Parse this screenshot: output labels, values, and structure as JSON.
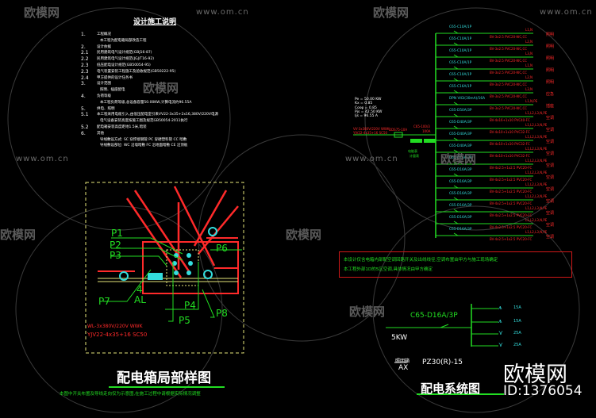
{
  "colors": {
    "background": "#000000",
    "green": "#22dd22",
    "red": "#ff2a2a",
    "cyan": "#33dddd",
    "yellow": "#e6e67a",
    "white": "#ffffff",
    "watermark": "#6a6a6a"
  },
  "watermark": {
    "brand": "欧模网",
    "url": "www.om.cn",
    "id": "ID:1376054"
  },
  "notes": {
    "title": "设计施工说明",
    "lines": [
      {
        "num": "1.",
        "text": "工程概况"
      },
      {
        "num": "",
        "text": "本工程为配电箱局部改造工程"
      },
      {
        "num": "2.",
        "text": "设计依据"
      },
      {
        "num": "2.1",
        "text": "民用建筑电气设计规范(GBJ16-87)"
      },
      {
        "num": "2.2",
        "text": "民用建筑电气设计规范(JGJ/T16-92)"
      },
      {
        "num": "2.3",
        "text": "低压配电设计规范(GB50054-95)"
      },
      {
        "num": "2.3",
        "text": "电气装置安装工程施工及验收规范(GB50222-95)"
      },
      {
        "num": "2.4",
        "text": "甲方提供的设计任务书"
      },
      {
        "num": "3.",
        "text": "设计范围"
      },
      {
        "num": "",
        "text": "照明、插座配电"
      },
      {
        "num": "4.",
        "text": "负荷等级"
      },
      {
        "num": "",
        "text": "本工程负荷等级,总设备容量50.00KW,计算电流约96.55A"
      },
      {
        "num": "5.",
        "text": "供电、照明"
      },
      {
        "num": "5.1",
        "text": "本工程采用电缆引入,由低压配电室引来VV22-3x35+2x16,380V/220V电源"
      },
      {
        "num": "",
        "text": "电气设备安装高度按施工图及规范GB50054-2011执行"
      },
      {
        "num": "5.2",
        "text": "配电箱安装高度距地1.5米,暗装"
      },
      {
        "num": "6.",
        "text": "其他"
      },
      {
        "num": "",
        "text": "导线敷设方式: SC 穿焊接钢管  PC 穿硬塑料管  CC 暗敷"
      },
      {
        "num": "",
        "text": "导线敷设部位: WC 沿墙暗敷  FC 沿地面暗敷  CE 沿顶板"
      }
    ]
  },
  "layout_drawing": {
    "title": "配电箱局部样图",
    "footnote": "本图中开关布置及导线走向仅为示意图,在施工过程中请根据实际情况调整",
    "labels": [
      "P1",
      "P2",
      "P3",
      "P4",
      "P5",
      "P6",
      "P7",
      "P8"
    ],
    "panel_label": [
      "4",
      "AL"
    ],
    "cable_lines": [
      "WL-3x380V/220V WWK",
      "YJV22-4x35+16 SC50"
    ]
  },
  "system_diagram": {
    "load_params": [
      "Pe = 50.00 KW",
      "Kx = 0.85",
      "Cosφ = 0.85",
      "Pjs = 42.50 KW",
      "Ijs = 96.55 A"
    ],
    "incoming": [
      "VV-3x380V/220V WWK",
      "YJV22-4x35+16 SC50"
    ],
    "main_switch": "C65-100/3",
    "main_switch_rating": "100A",
    "meter": "DDS75-10A",
    "meter_note": [
      "电能表",
      "计量表"
    ],
    "branches": [
      {
        "breaker": "C65-C10A/1P",
        "phase": "L1,N",
        "cable": "BV-3x2.5 PVC20-WC,CC",
        "use": "照明"
      },
      {
        "breaker": "C65-C10A/1P",
        "phase": "L2,N",
        "cable": "BV-3x2.5 PVC20-WC,CC",
        "use": "照明"
      },
      {
        "breaker": "C65-C10A/1P",
        "phase": "L3,N",
        "cable": "BV-3x2.5 PVC20-WC,CC",
        "use": "照明"
      },
      {
        "breaker": "C65-C10A/1P",
        "phase": "L1,N",
        "cable": "BV-3x2.5 PVC20-WC,CC",
        "use": "照明"
      },
      {
        "breaker": "C65-C10A/1P",
        "phase": "L2,N",
        "cable": "BV-3x2.5 PVC20-WC,CC",
        "use": "照明"
      },
      {
        "breaker": "C65-C16A/1P",
        "phase": "L3,N",
        "cable": "BV-3x2.5 PVC20-WC,CC",
        "use": "应急"
      },
      {
        "breaker": "DPN VIGI(30mA)/16A",
        "phase": "L1,N,PE",
        "cable": "BV-3x2.5 PVC20-WC,CC",
        "use": "插座"
      },
      {
        "breaker": "C65-D50A/3P",
        "phase": "L1,L2,L3,N,PE",
        "cable": "BV-4x16+1x10 PVC40-FC",
        "use": "空调"
      },
      {
        "breaker": "C65-D40A/3P",
        "phase": "L1,L2,L3,N,PE",
        "cable": "BV-4x10+1x10 PVC32-FC",
        "use": "空调"
      },
      {
        "breaker": "C65-D40A/3P",
        "phase": "L1,L2,L3,N,PE",
        "cable": "BV-4x10+1x10 PVC32-FC",
        "use": "空调"
      },
      {
        "breaker": "C65-D40A/3P",
        "phase": "L1,L2,L3,N,PE",
        "cable": "BV-4x10+1x10 PVC32-FC",
        "use": "空调"
      },
      {
        "breaker": "C65-D16A/3P",
        "phase": "L1,L2,L3,N,PE",
        "cable": "BV-4x2.5+1x2.5 PVC20-FC",
        "use": "空调"
      },
      {
        "breaker": "C65-D16A/3P",
        "phase": "L1,L2,L3,N,PE",
        "cable": "BV-4x2.5+1x2.5 PVC20-FC",
        "use": "空调"
      },
      {
        "breaker": "C65-D16A/3P",
        "phase": "L1,L2,L3,N,PE",
        "cable": "BV-4x2.5+1x2.5 PVC20-FC",
        "use": "空调"
      },
      {
        "breaker": "C65-D16A/3P",
        "phase": "L1,L2,L3,N,PE",
        "cable": "BV-4x2.5+1x2.5 PVC20-FC",
        "use": "空调"
      },
      {
        "breaker": "C65-D16A/3P",
        "phase": "L1,L2,L3,N,PE",
        "cable": "BV-4x2.5+1x2.5 PVC20-FC",
        "use": "空调"
      },
      {
        "breaker": "C65-D16A/3P",
        "phase": "L1,L2,L3,N,PE",
        "cable": "BV-4x2.5+1x2.5 PVC20-FC",
        "use": "空调"
      },
      {
        "breaker": "C65-D16A/3P",
        "phase": "L1,L2,L3,N,PE",
        "cable": "BV-4x2.5+1x2.5 PVC20-FC",
        "use": "空调"
      }
    ],
    "remarks": [
      "本设计仅含电箱内部配空调回路开关及出线线径,空调布置由甲方与施工现场确定",
      "本工程外部1D的5区空调,具体情况由甲方确定"
    ],
    "sub": {
      "breaker": "C65-D16A/3P",
      "power": "5KW",
      "box_name": "照明箱",
      "box_code": "AX",
      "box_model": "PZ30(R)-15",
      "outlets": [
        "15A",
        "15A",
        "25A",
        "25A"
      ],
      "title": "配电系统图"
    }
  }
}
